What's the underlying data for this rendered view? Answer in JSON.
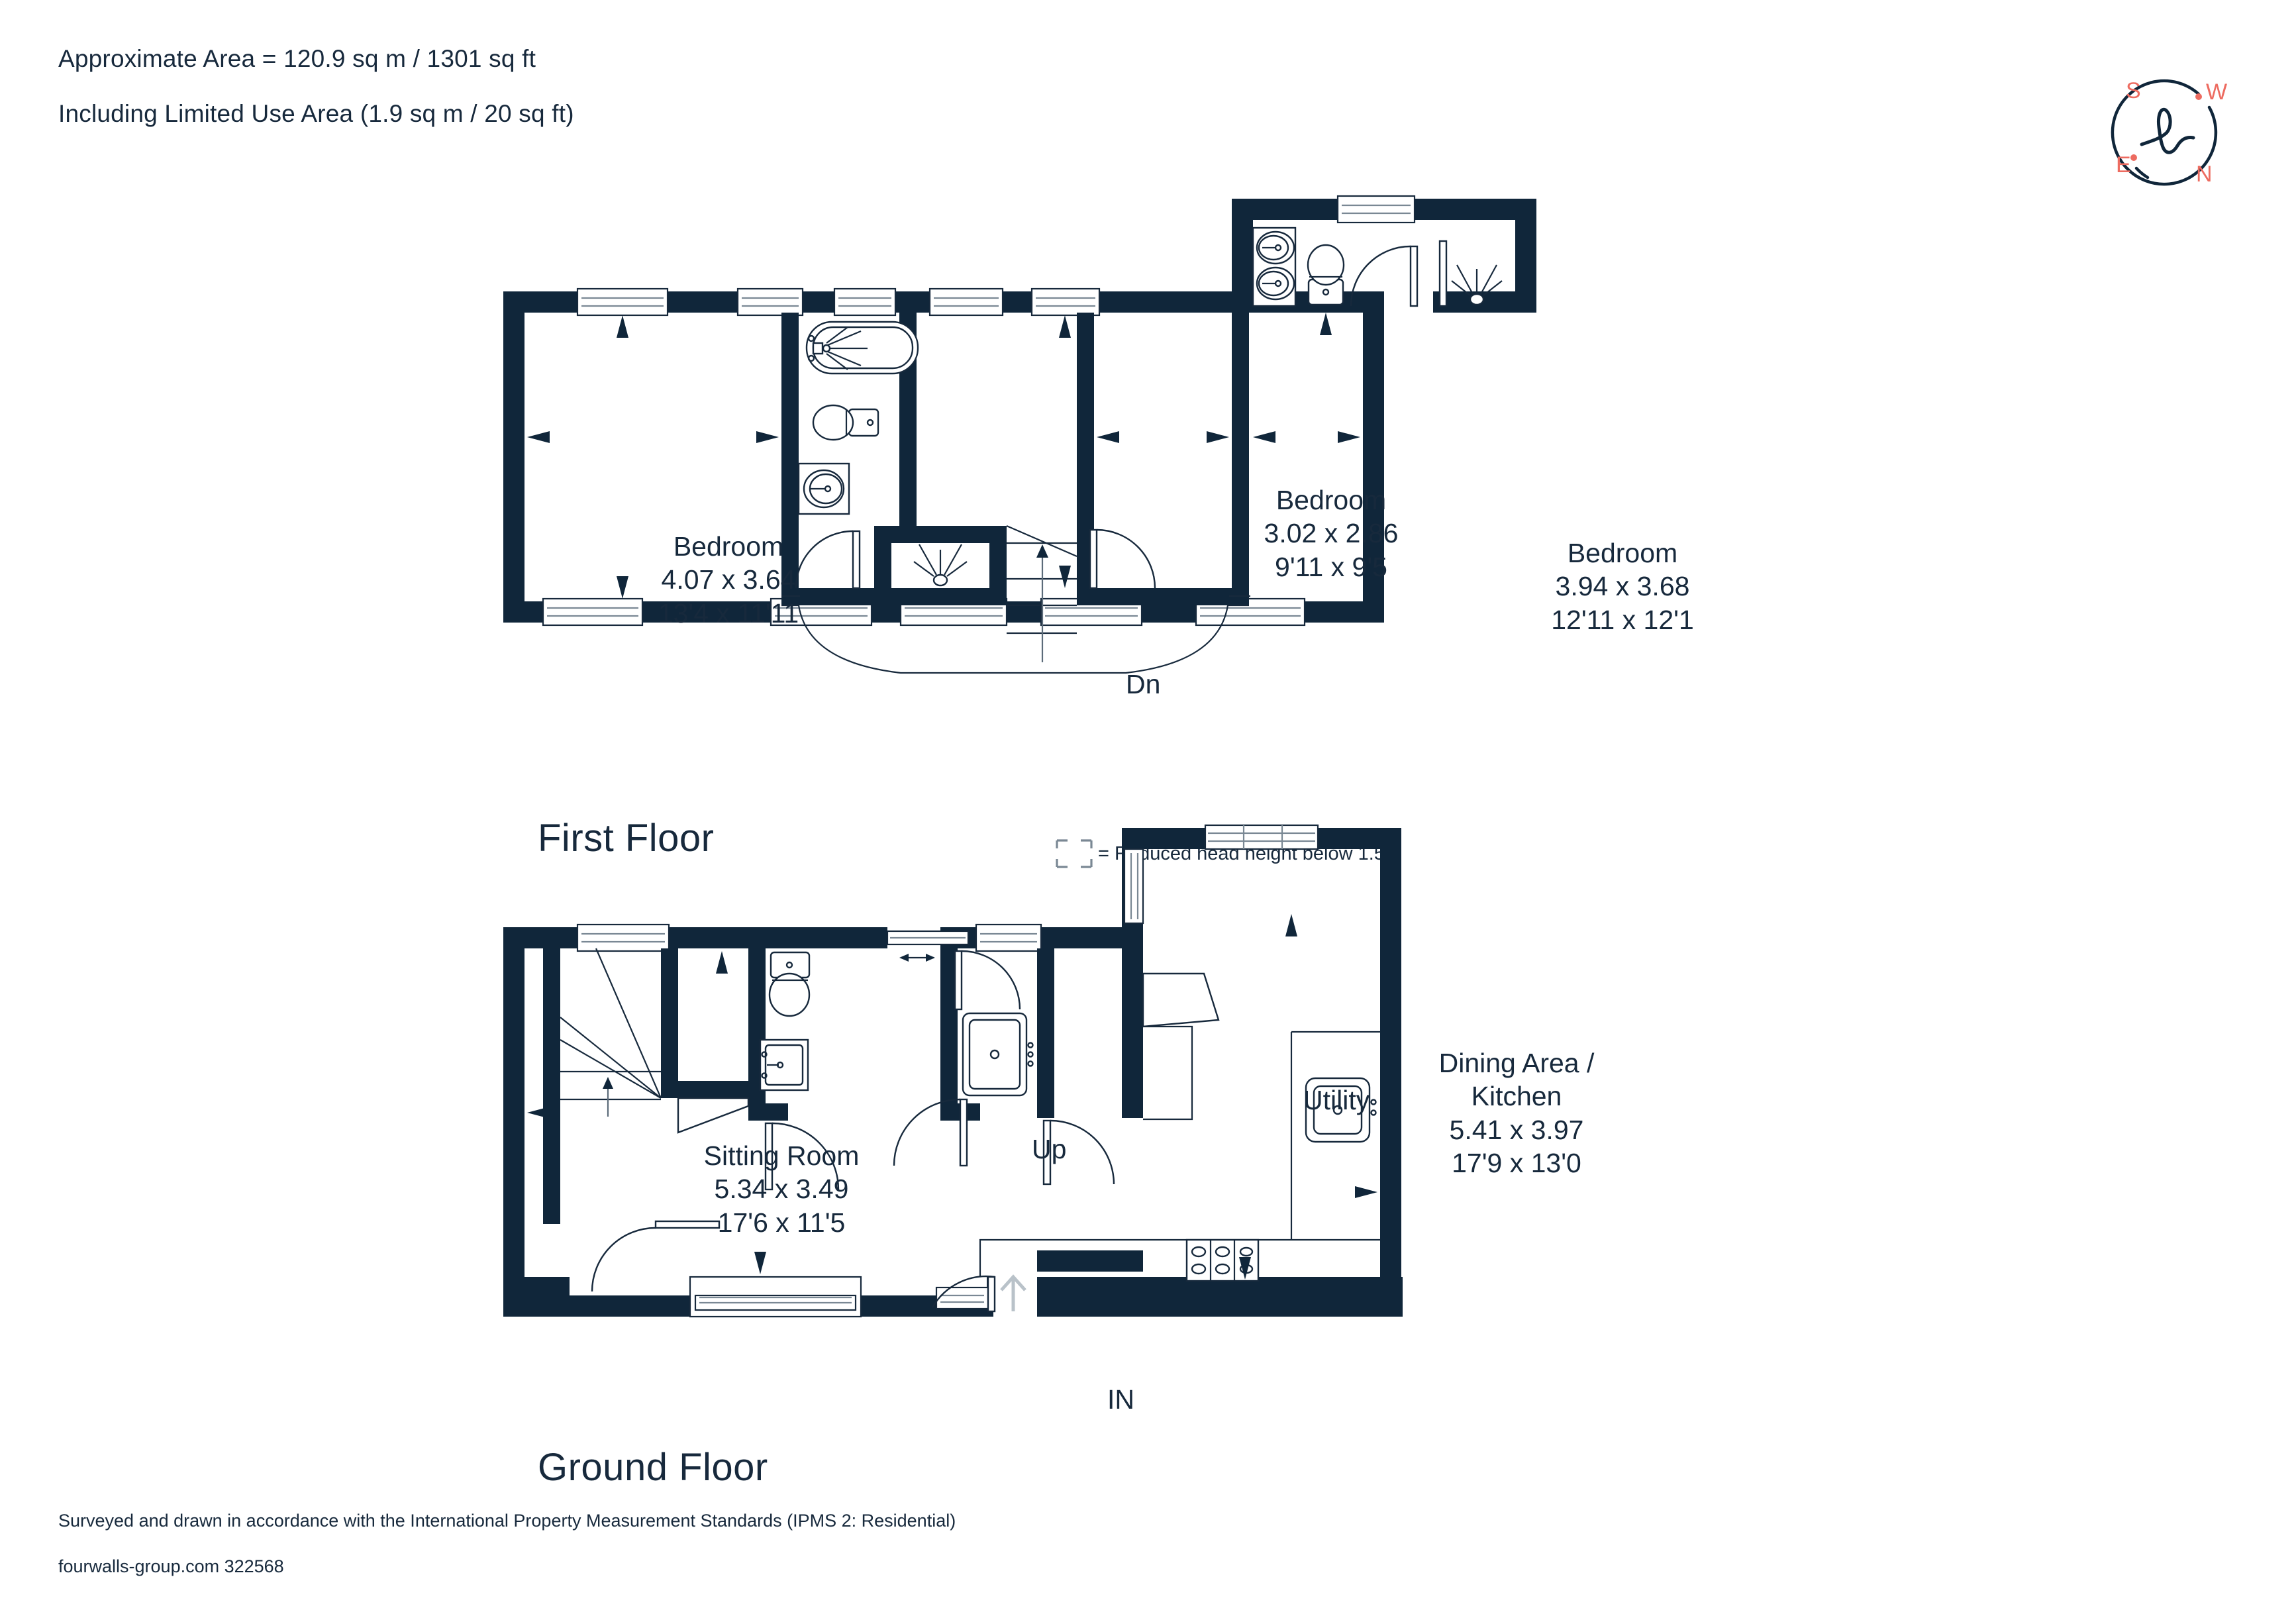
{
  "header": {
    "line1": "Approximate Area = 120.9 sq m / 1301 sq ft",
    "line2": "Including Limited Use Area (1.9 sq m / 20 sq ft)"
  },
  "compass": {
    "top_left": "S",
    "top_right": "W",
    "bottom_left": "E",
    "bottom_right": "N",
    "monogram": "h",
    "accent_color": "#ed6b60",
    "ink_color": "#10263a"
  },
  "legend": {
    "text": "= Reduced head height below 1.5m",
    "swatch": "dashed-rectangle"
  },
  "floors": [
    {
      "id": "first",
      "title": "First Floor",
      "rooms": [
        {
          "name": "Bedroom",
          "dim_m": "4.07 x 3.64",
          "dim_ft": "13'4 x 11'11"
        },
        {
          "name": "Bedroom",
          "dim_m": "3.02 x 2.86",
          "dim_ft": "9'11 x 9'5"
        },
        {
          "name": "Bedroom",
          "dim_m": "3.94 x 3.68",
          "dim_ft": "12'11 x 12'1"
        }
      ],
      "stair_label": "Dn"
    },
    {
      "id": "ground",
      "title": "Ground Floor",
      "rooms": [
        {
          "name": "Sitting Room",
          "dim_m": "5.34 x 3.49",
          "dim_ft": "17'6 x 11'5"
        },
        {
          "name": "Dining Area /",
          "name2": "Kitchen",
          "dim_m": "5.41 x 3.97",
          "dim_ft": "17'9 x 13'0"
        },
        {
          "name": "Utility",
          "dim_m": "",
          "dim_ft": ""
        }
      ],
      "stair_label": "Up",
      "entrance_label": "IN"
    }
  ],
  "footer": {
    "line1": "Surveyed and drawn in accordance with the International Property Measurement Standards (IPMS 2: Residential)",
    "line2": "fourwalls-group.com 322568"
  }
}
